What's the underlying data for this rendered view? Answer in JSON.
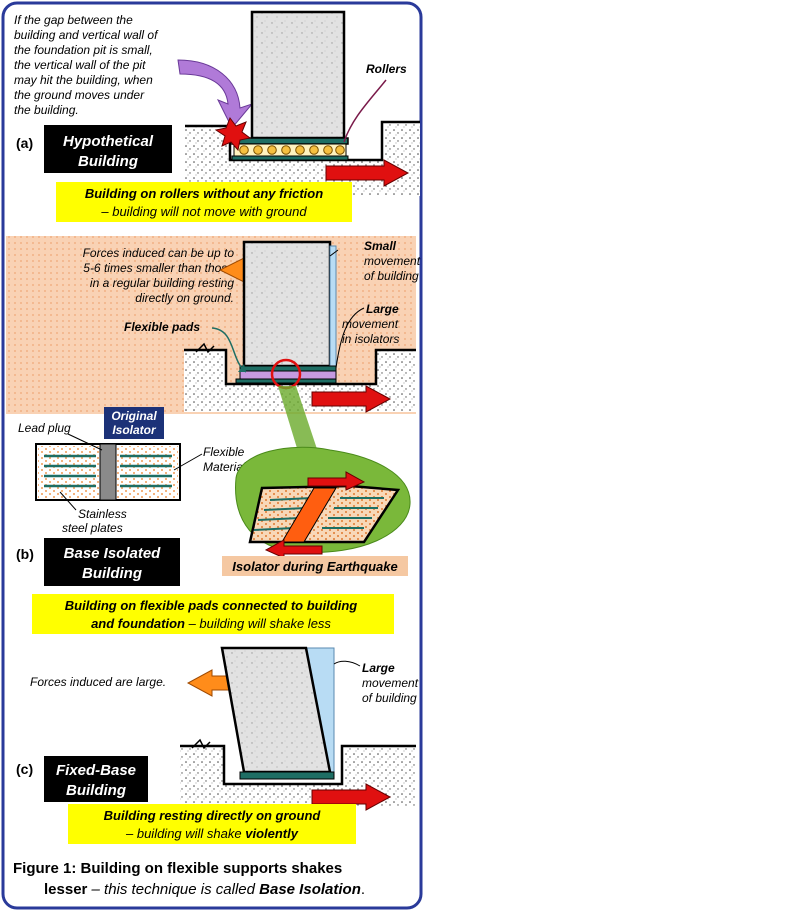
{
  "colors": {
    "frame": "#2a3a9a",
    "bg_pink": "#f7c8a8",
    "yellow": "#ffff00",
    "red_arrow": "#e01010",
    "orange_arrow": "#ff8c1a",
    "purple_arrow": "#b07ad8",
    "concrete": "#dedede",
    "isolator_green": "#6aaa2a",
    "glass_blue": "#b8dcf4",
    "pad_teal": "#208070",
    "label_box_black": "#000000",
    "label_box_navy": "#1c3278"
  },
  "panel_a": {
    "letter": "(a)",
    "title_line1": "Hypothetical",
    "title_line2": "Building",
    "note_lines": [
      "If the gap between the",
      "building and vertical wall of",
      "the foundation pit is small,",
      "the vertical wall of the pit",
      "may hit the building, when",
      "the ground moves under",
      "the building."
    ],
    "rollers_label": "Rollers",
    "caption_bold": "Building on rollers without any friction",
    "caption_rest": "– building will not move with ground"
  },
  "panel_b": {
    "letter": "(b)",
    "title_line1": "Base Isolated",
    "title_line2": "Building",
    "force_note_lines": [
      "Forces induced can be up to",
      "5-6 times smaller than those",
      "in a regular building resting",
      "directly on ground."
    ],
    "small_move_lines": [
      "Small",
      "movement",
      "of building"
    ],
    "large_move_lines": [
      "Large",
      "movement",
      "in isolators"
    ],
    "flexible_pads": "Flexible pads",
    "lead_plug": "Lead plug",
    "original_isolator_line1": "Original",
    "original_isolator_line2": "Isolator",
    "flexible_material_line1": "Flexible",
    "flexible_material_line2": "Material",
    "steel_plates_line1": "Stainless",
    "steel_plates_line2": "steel plates",
    "isolator_eq_label": "Isolator during Earthquake",
    "caption_line1": "Building on flexible pads connected to building",
    "caption_line2_bold": "and foundation",
    "caption_line2_rest": " – building will shake less"
  },
  "panel_c": {
    "letter": "(c)",
    "title_line1": "Fixed-Base",
    "title_line2": "Building",
    "force_note": "Forces induced are large.",
    "large_move_lines": [
      "Large",
      "movement",
      "of building"
    ],
    "caption_line1": "Building resting directly on ground",
    "caption_line2_rest": "– building will shake ",
    "caption_line2_bold": "violently"
  },
  "figure_caption": {
    "line1": "Figure 1: Building on flexible supports shakes",
    "line2_bold": "lesser",
    "line2_italic": " – this technique is called ",
    "line2_bold_italic": "Base Isolation",
    "line2_end": "."
  }
}
